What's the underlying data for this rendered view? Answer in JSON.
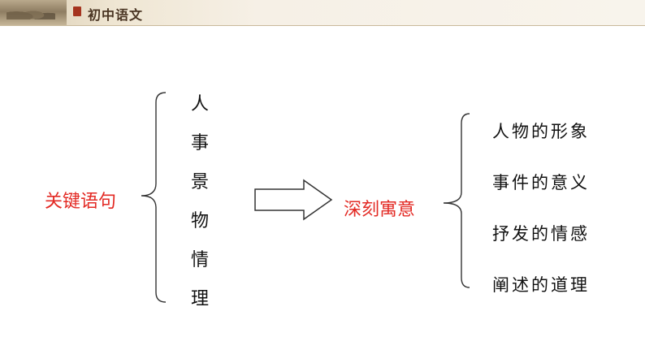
{
  "header": {
    "title": "初中语文",
    "seal_icon": "seal-icon",
    "banner_icon": "landscape-painting-icon"
  },
  "left": {
    "term": "关键语句",
    "items": [
      "人",
      "事",
      "景",
      "物",
      "情",
      "理"
    ]
  },
  "arrow_icon": "right-arrow-icon",
  "right": {
    "term": "深刻寓意",
    "items": [
      "人物的形象",
      "事件的意义",
      "抒发的情感",
      "阐述的道理"
    ]
  },
  "colors": {
    "accent": "#e32a24",
    "text": "#111111"
  }
}
